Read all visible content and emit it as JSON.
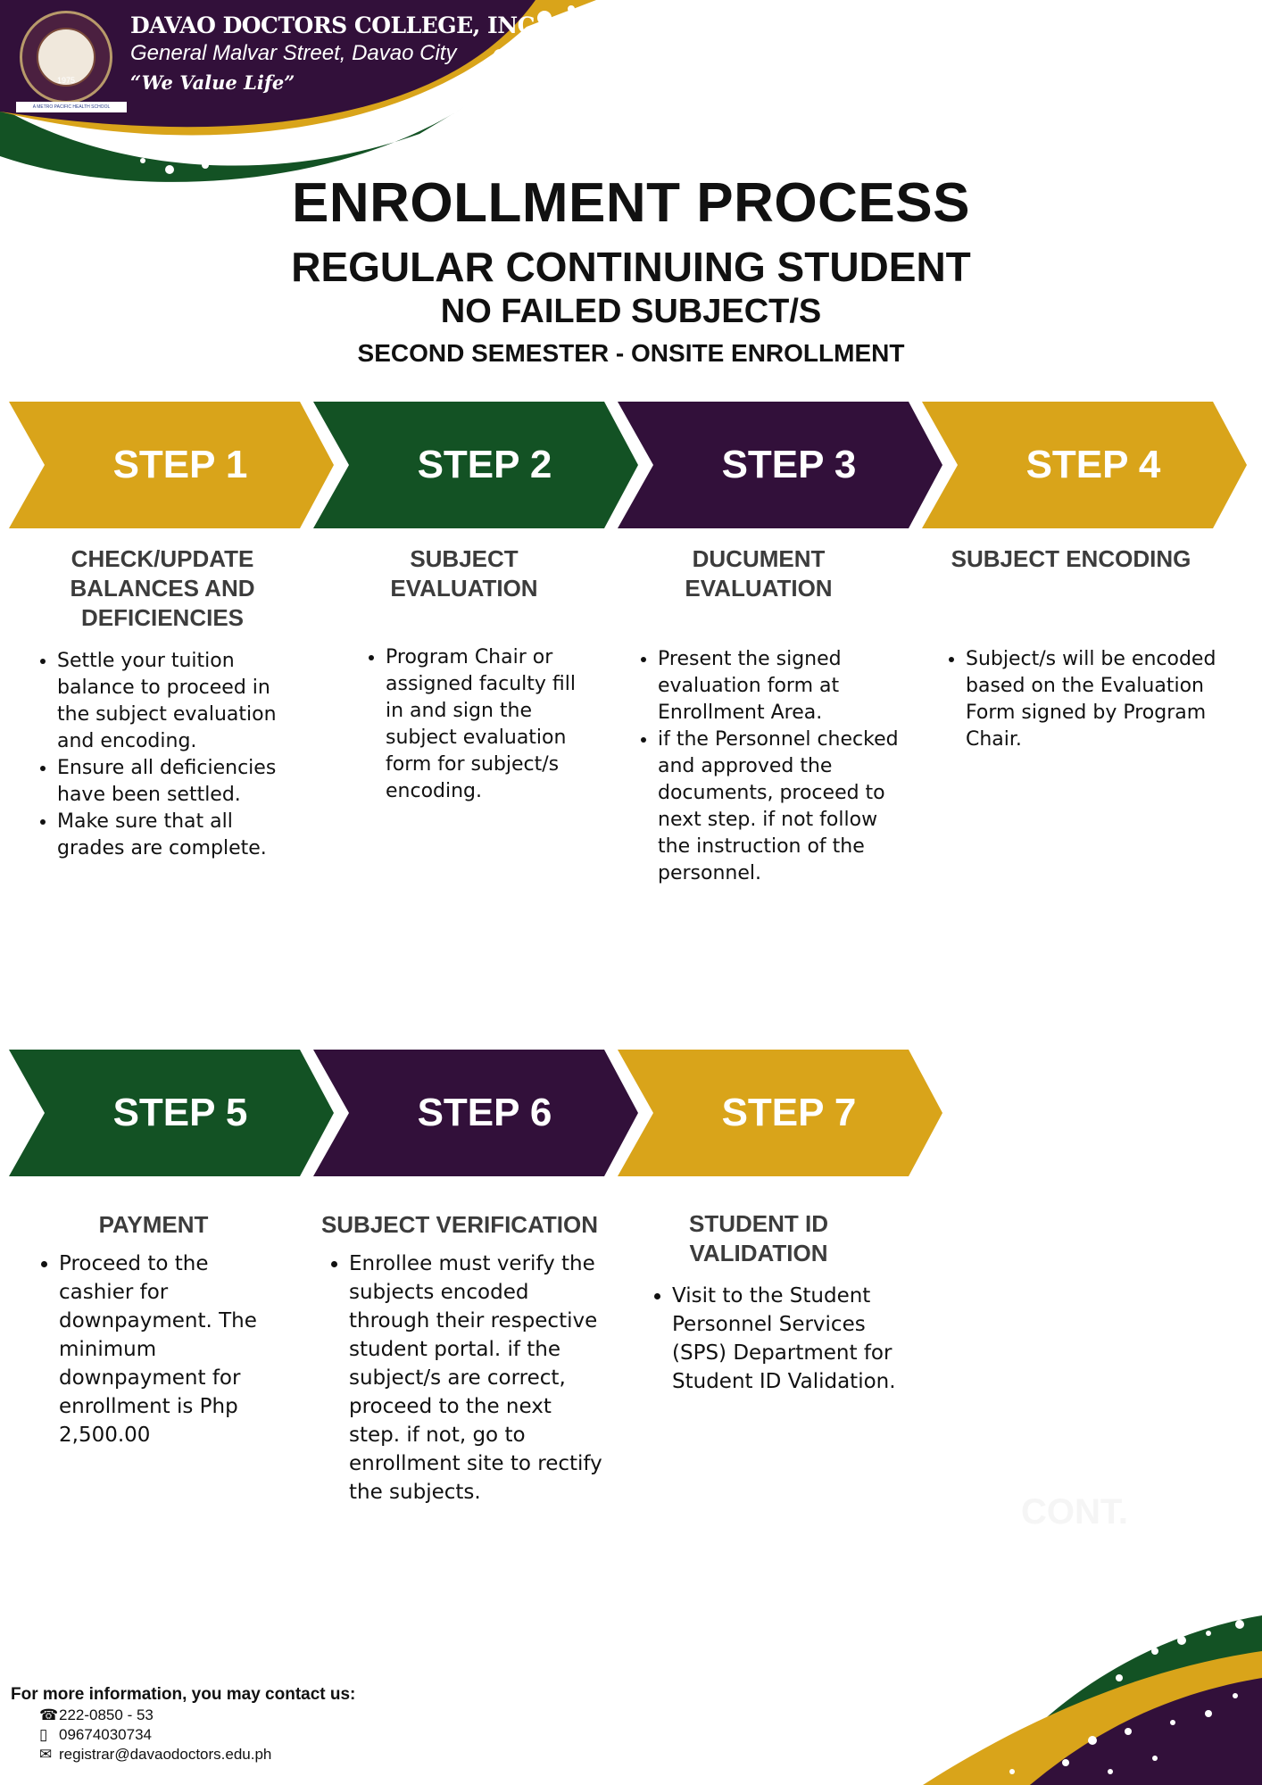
{
  "header": {
    "school_name": "DAVAO DOCTORS COLLEGE, INC.",
    "address": "General Malvar Street, Davao City",
    "motto": "“We Value Life”",
    "logo_year": "1975",
    "logo_tag": "A METRO PACIFIC HEALTH SCHOOL",
    "colors": {
      "purple": "#32103a",
      "gold": "#d9a41a",
      "green": "#135224"
    }
  },
  "titles": {
    "main": "ENROLLMENT PROCESS",
    "sub1": "REGULAR CONTINUING STUDENT",
    "sub2": "NO FAILED SUBJECT/S",
    "sub3": "SECOND SEMESTER - ONSITE ENROLLMENT"
  },
  "steps": [
    {
      "label": "STEP 1",
      "color": "#d9a41a",
      "heading": "CHECK/UPDATE BALANCES AND DEFICIENCIES",
      "items": [
        "Settle your tuition balance to proceed in the subject evaluation and encoding.",
        "Ensure all deficiencies have been settled.",
        "Make sure that all grades are complete."
      ]
    },
    {
      "label": "STEP 2",
      "color": "#135224",
      "heading": "SUBJECT EVALUATION",
      "items": [
        "Program Chair or assigned faculty fill in and sign the subject evaluation form for subject/s encoding."
      ]
    },
    {
      "label": "STEP 3",
      "color": "#32103a",
      "heading": "DUCUMENT EVALUATION",
      "items": [
        "Present the signed evaluation form at Enrollment Area.",
        "if the Personnel checked and approved the documents, proceed to next step. if not follow the instruction of the personnel."
      ]
    },
    {
      "label": "STEP 4",
      "color": "#d9a41a",
      "heading": "SUBJECT ENCODING",
      "items": [
        "Subject/s will be encoded based on the Evaluation Form signed by Program Chair."
      ]
    },
    {
      "label": "STEP 5",
      "color": "#135224",
      "heading": "PAYMENT",
      "items": [
        "Proceed to the cashier for downpayment. The minimum downpayment for enrollment is Php 2,500.00"
      ]
    },
    {
      "label": "STEP 6",
      "color": "#32103a",
      "heading": "SUBJECT VERIFICATION",
      "items": [
        "Enrollee must verify the subjects encoded through their respective student portal. if the subject/s are correct, proceed to the next step. if not, go to enrollment site to rectify the subjects."
      ]
    },
    {
      "label": "STEP 7",
      "color": "#d9a41a",
      "heading": "STUDENT ID VALIDATION",
      "items": [
        "Visit to the Student Personnel Services (SPS) Department for Student ID Validation."
      ]
    }
  ],
  "faded_text": "CONT.",
  "contact": {
    "heading": "For more information, you may contact us:",
    "phone": "222-0850 - 53",
    "mobile": "09674030734",
    "email": "registrar@davaodoctors.edu.ph",
    "icons": [
      "phone-icon",
      "mobile-icon",
      "email-icon"
    ]
  }
}
